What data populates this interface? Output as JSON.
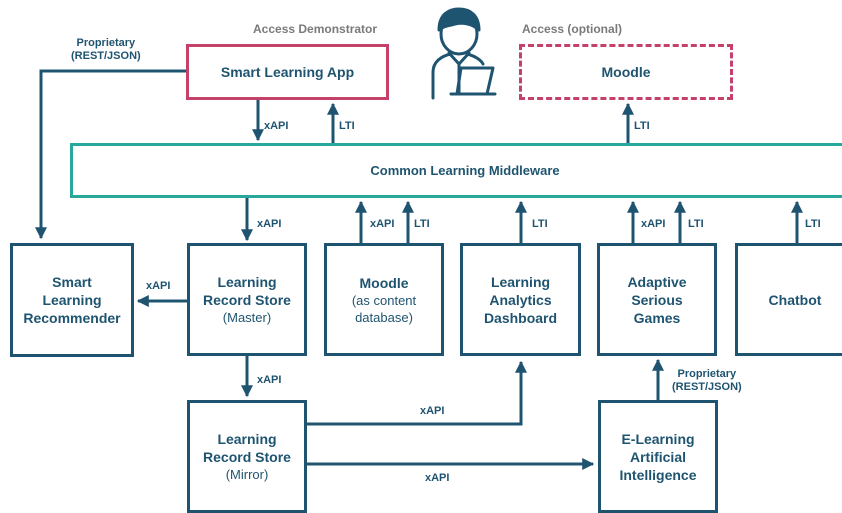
{
  "header": {
    "access_demonstrator": "Access Demonstrator",
    "access_optional": "Access (optional)"
  },
  "boxes": {
    "smart_learning_app": "Smart Learning App",
    "moodle_top": "Moodle",
    "middleware": "Common Learning Middleware",
    "recommender": [
      "Smart",
      "Learning",
      "Recommender"
    ],
    "lrs_master": {
      "title": [
        "Learning",
        "Record Store"
      ],
      "sub": "(Master)"
    },
    "moodle_content": {
      "title": "Moodle",
      "sub": [
        "(as content",
        "database)"
      ]
    },
    "dashboard": [
      "Learning",
      "Analytics",
      "Dashboard"
    ],
    "games": [
      "Adaptive",
      "Serious",
      "Games"
    ],
    "chatbot": "Chatbot",
    "lrs_mirror": {
      "title": [
        "Learning",
        "Record Store"
      ],
      "sub": "(Mirror)"
    },
    "ai": [
      "E-Learning",
      "Artificial",
      "Intelligence"
    ]
  },
  "labels": {
    "proprietary_top": [
      "Proprietary",
      "(REST/JSON)"
    ],
    "xapi_app": "xAPI",
    "lti_app": "LTI",
    "lti_moodle": "LTI",
    "xapi_lrs": "xAPI",
    "xapi_moodle": "xAPI",
    "lti_moodle_content": "LTI",
    "lti_dashboard": "LTI",
    "xapi_games": "xAPI",
    "lti_games": "LTI",
    "lti_chatbot": "LTI",
    "xapi_recommender": "xAPI",
    "xapi_mirror": "xAPI",
    "xapi_to_dashboard": "xAPI",
    "xapi_to_ai": "xAPI",
    "proprietary_ai": [
      "Proprietary",
      "(REST/JSON)"
    ]
  },
  "colors": {
    "navy": "#1f5470",
    "magenta": "#c4416a",
    "teal": "#27a89a",
    "gray": "#7a7a7a"
  },
  "icons": {
    "user": "person-with-laptop-icon"
  }
}
